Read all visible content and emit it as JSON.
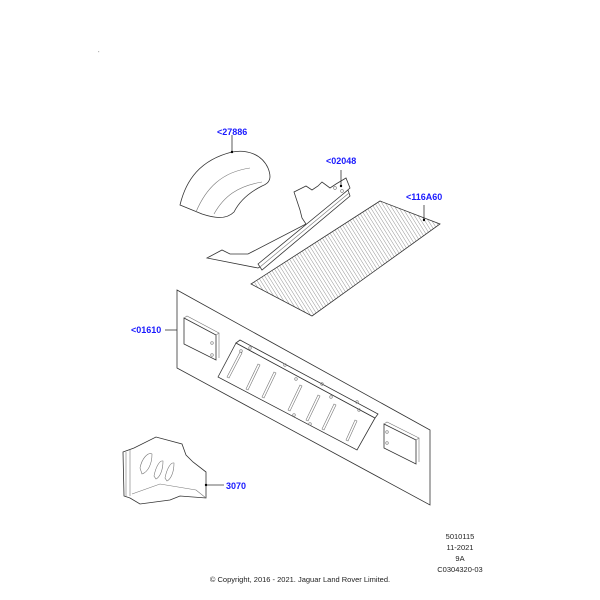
{
  "diagram": {
    "callouts": [
      {
        "id": "roof-wheelarch-liner",
        "label": "<27886"
      },
      {
        "id": "rail-bracket",
        "label": "<02048"
      },
      {
        "id": "corrugated-floor-panel",
        "label": "<116A60"
      },
      {
        "id": "rear-panel-assembly",
        "label": "<01610"
      },
      {
        "id": "footwell-bracket",
        "label": "3070"
      }
    ],
    "meta": {
      "code": "5010115",
      "date": "11-2021",
      "rev": "9A",
      "ref": "C0304320-03"
    },
    "copyright": "© Copyright, 2016 - 2021. Jaguar Land Rover Limited.",
    "colors": {
      "callout": "#1a1aff",
      "line": "#333333",
      "background": "#ffffff"
    }
  }
}
